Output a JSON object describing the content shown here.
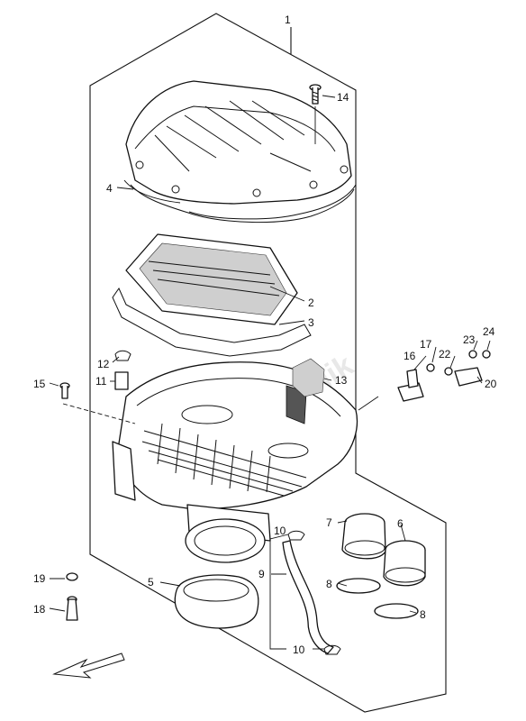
{
  "diagram": {
    "watermark": "PartsRepublik",
    "callouts": {
      "c1": "1",
      "c2": "2",
      "c3": "3",
      "c4": "4",
      "c5": "5",
      "c6": "6",
      "c7": "7",
      "c8a": "8",
      "c8b": "8",
      "c9": "9",
      "c10a": "10",
      "c10b": "10",
      "c11": "11",
      "c12": "12",
      "c13": "13",
      "c14": "14",
      "c15": "15",
      "c16": "16",
      "c17": "17",
      "c18": "18",
      "c19": "19",
      "c20": "20",
      "c22": "22",
      "c23": "23",
      "c24": "24"
    },
    "front_arrow": "arrow-icon"
  }
}
